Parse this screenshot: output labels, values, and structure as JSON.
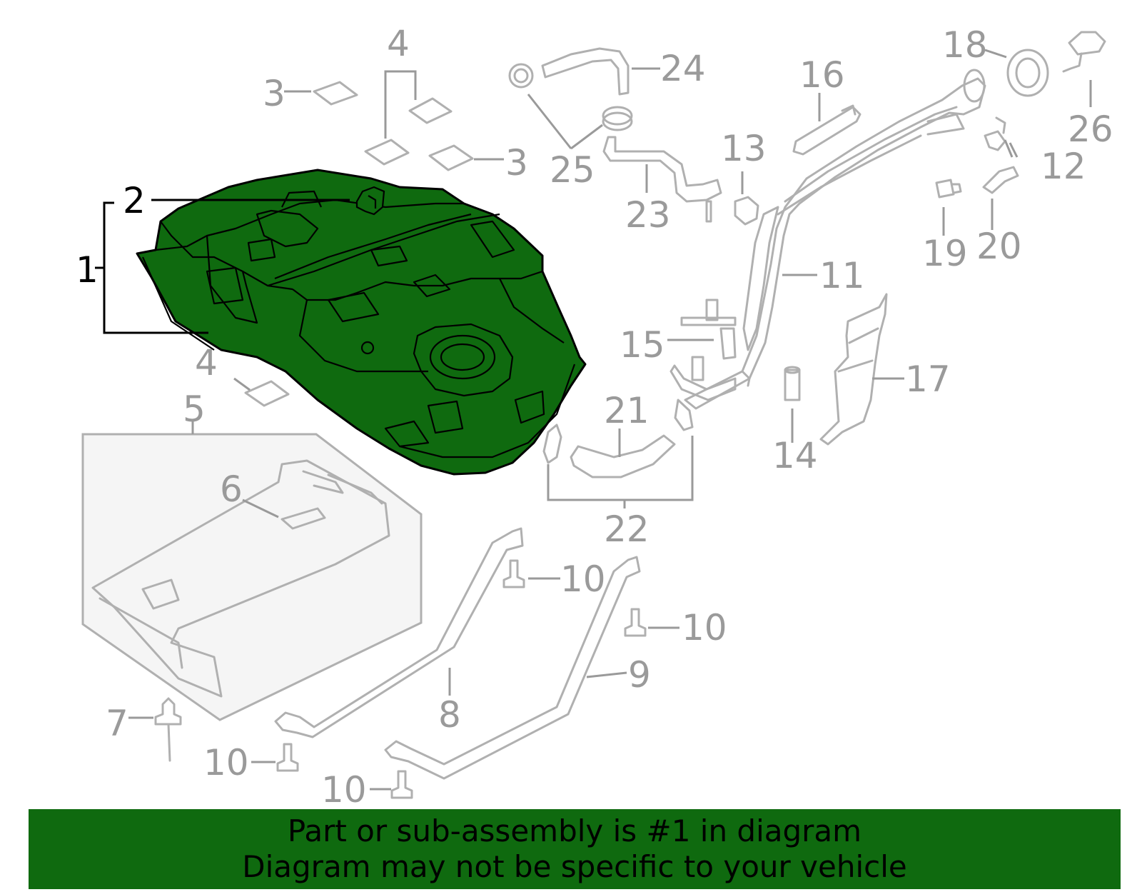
{
  "diagram": {
    "highlight_color": "#0f6a0f",
    "callouts": {
      "c1": "1",
      "c2": "2",
      "c3a": "3",
      "c3b": "3",
      "c4a": "4",
      "c4b": "4",
      "c5": "5",
      "c6": "6",
      "c7": "7",
      "c8": "8",
      "c9": "9",
      "c10a": "10",
      "c10b": "10",
      "c10c": "10",
      "c10d": "10",
      "c11": "11",
      "c12": "12",
      "c13": "13",
      "c14": "14",
      "c15": "15",
      "c16": "16",
      "c17": "17",
      "c18": "18",
      "c19": "19",
      "c20": "20",
      "c21": "21",
      "c22": "22",
      "c23": "23",
      "c24": "24",
      "c25": "25",
      "c26": "26"
    }
  },
  "banner": {
    "line1": "Part or sub-assembly is #1 in diagram",
    "line2": "Diagram may not be specific to your vehicle",
    "background": "#0f6a0f"
  }
}
